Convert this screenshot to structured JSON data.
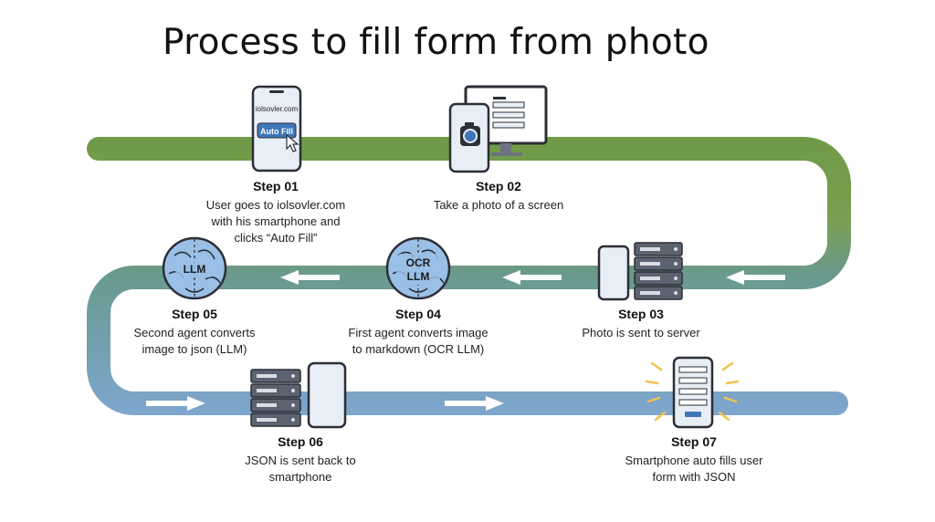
{
  "title": "Process to fill form from photo",
  "colors": {
    "path_green": "#6f9a47",
    "path_teal": "#6a9a8f",
    "path_blue": "#7ea6cf",
    "device_blue": "#3f76b8",
    "device_fill": "#e8eef6",
    "outline": "#2b2f36",
    "server_fill": "#5c6370",
    "accent_gold": "#f2c14e"
  },
  "icons": {
    "step01": "smartphone-icon",
    "step02": "camera-phone-monitor-icon",
    "step03": "phone-server-icon",
    "step04": "brain-icon",
    "step05": "brain-icon",
    "step06": "server-phone-icon",
    "step07": "phone-form-icon"
  },
  "phone01": {
    "site": "iolsovler.com",
    "button": "Auto Fill"
  },
  "brain04": {
    "line1": "OCR",
    "line2": "LLM"
  },
  "brain05": {
    "line1": "LLM"
  },
  "steps": [
    {
      "num": "Step 01",
      "lines": [
        "User goes to iolsovler.com",
        "with his smartphone and",
        "clicks “Auto Fill”"
      ]
    },
    {
      "num": "Step 02",
      "lines": [
        "Take a photo of a screen"
      ]
    },
    {
      "num": "Step 03",
      "lines": [
        "Photo is sent to server"
      ]
    },
    {
      "num": "Step 04",
      "lines": [
        "First agent converts image",
        "to markdown (OCR LLM)"
      ]
    },
    {
      "num": "Step 05",
      "lines": [
        "Second agent converts",
        "image to json (LLM)"
      ]
    },
    {
      "num": "Step 06",
      "lines": [
        "JSON is sent back to",
        "smartphone"
      ]
    },
    {
      "num": "Step 07",
      "lines": [
        "Smartphone auto fills user",
        "form with JSON"
      ]
    }
  ]
}
